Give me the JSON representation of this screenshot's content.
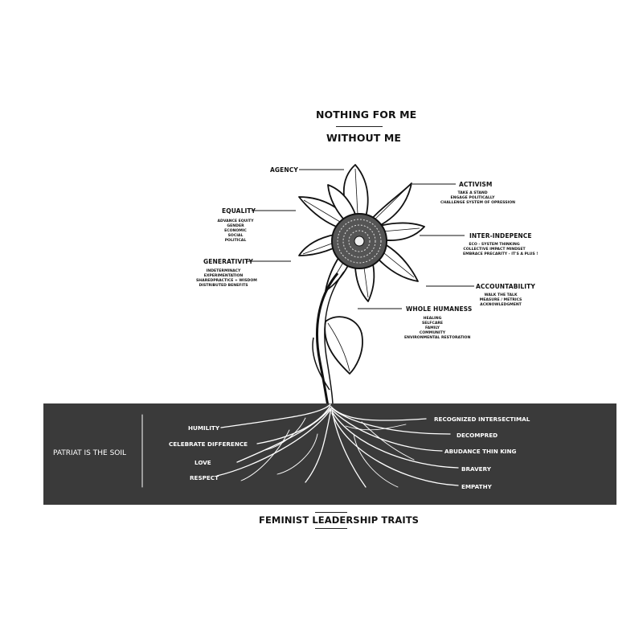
{
  "titles": {
    "line1": "NOTHING FOR ME",
    "line2": "WITHOUT ME",
    "bottom": "FEMINIST LEADERSHIP TRAITS"
  },
  "flower_labels": {
    "agency": {
      "label": "AGENCY"
    },
    "equality": {
      "label": "EQUALITY",
      "items": [
        "ADVANCE EQUITY",
        "GENDER",
        "ECONOMIC",
        "SOCIAL",
        "POLITICAL"
      ]
    },
    "generativity": {
      "label": "GENERATIVITY",
      "items": [
        "INDETERMINACY",
        "EXPERIMENTATION",
        "SHAREDPRACTICE + WISDOM",
        "DISTRIBUTED BENEFITS"
      ]
    },
    "activism": {
      "label": "ACTIVISM",
      "items": [
        "TAKE A STAND",
        "ENGAGE POLITICALLY",
        "CHALLENGE SYSTEM OF OPRESSION"
      ]
    },
    "inter_independence": {
      "label": "INTER-INDEPENCE",
      "items": [
        "ECO - SYSTEM THINKING",
        "COLLECTIVE IMPACT MINDSET",
        "EMBRACE PRECARITY - IT'S A PLUS !"
      ]
    },
    "accountability": {
      "label": "ACCOUNTABILITY",
      "items": [
        "WALK THE TALK",
        "MEASURE / METRICS",
        "ACKNOWLEDGMENT"
      ]
    },
    "whole_humaness": {
      "label": "WHOLE HUMANESS",
      "items": [
        "HEALING",
        "SELFCARE",
        "FAMILY",
        "COMMUNITY",
        "ENVIRONMENTAL RESTORATION"
      ]
    }
  },
  "soil": {
    "title": "PATRIAT IS THE SOIL",
    "left_roots": [
      "HUMILITY",
      "CELEBRATE DIFFERENCE",
      "LOVE",
      "RESPECT"
    ],
    "right_roots": [
      "RECOGNIZED INTERSECTIMAL",
      "DECOMPRED",
      "ABUDANCE THIN KING",
      "BRAVERY",
      "EMPATHY"
    ]
  },
  "colors": {
    "soil": "#3a3a3a",
    "ink": "#111111",
    "root_line": "#ffffff"
  }
}
